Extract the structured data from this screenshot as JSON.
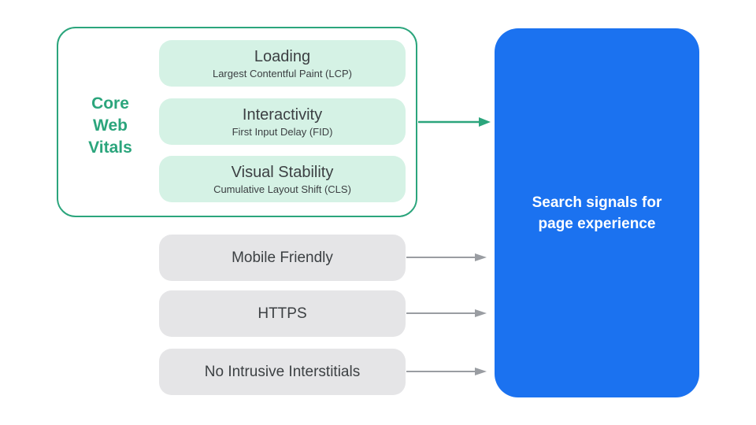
{
  "colors": {
    "green": "#2BA57C",
    "light_green": "#D5F2E5",
    "card_gray": "#E5E5E7",
    "arrow_gray": "#9A9DA2",
    "blue": "#1B72F0",
    "text": "#3C4043",
    "background": "#FFFFFF"
  },
  "core_web_vitals": {
    "label": "Core Web Vitals",
    "items": [
      {
        "title": "Loading",
        "subtitle": "Largest Contentful Paint (LCP)"
      },
      {
        "title": "Interactivity",
        "subtitle": "First Input Delay (FID)"
      },
      {
        "title": "Visual Stability",
        "subtitle": "Cumulative Layout Shift (CLS)"
      }
    ]
  },
  "other_signals": [
    {
      "label": "Mobile Friendly"
    },
    {
      "label": "HTTPS"
    },
    {
      "label": "No Intrusive Interstitials"
    }
  ],
  "result": {
    "label": "Search signals for page experience"
  },
  "icons": {
    "green_arrow": "right-arrow-icon",
    "gray_arrow": "right-arrow-icon"
  }
}
